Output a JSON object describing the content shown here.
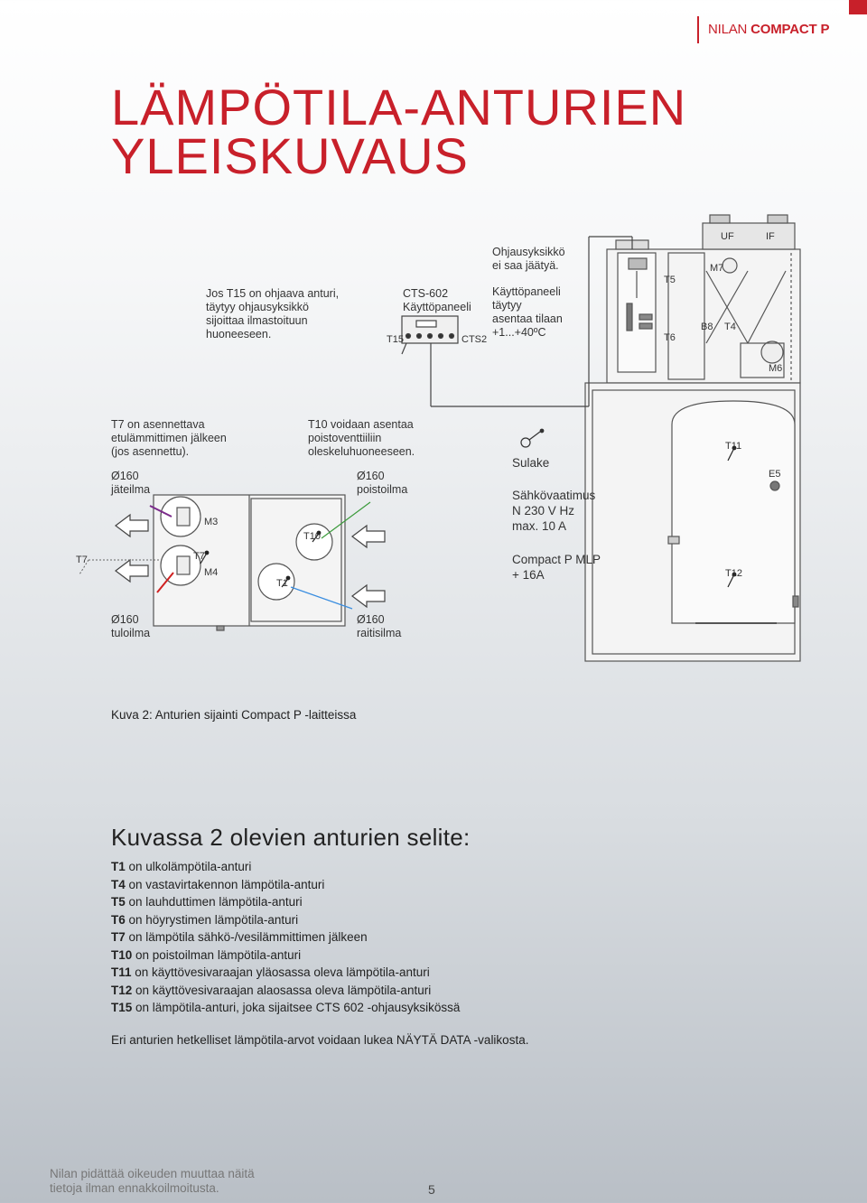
{
  "header": {
    "brand_prefix": "NILAN",
    "brand_product": "COMPACT P"
  },
  "title": {
    "line1": "LÄMPÖTILA-ANTURIEN",
    "line2": "YLEISKUVAUS"
  },
  "notes": {
    "t15": [
      "Jos T15 on ohjaava anturi,",
      "täytyy ohjausyksikkö",
      "sijoittaa ilmastoituun",
      "huoneeseen."
    ],
    "cts602": [
      "CTS-602",
      "Käyttöpaneeli"
    ],
    "unit_frost": [
      "Ohjausyksikkö",
      "ei saa jäätyä."
    ],
    "panel_temp": [
      "Käyttöpaneeli",
      "täytyy",
      "asentaa tilaan",
      "+1...+40ºC"
    ],
    "t7": [
      "T7 on asennettava",
      "etulämmittimen jälkeen",
      "(jos asennettu)."
    ],
    "t10": [
      "T10 voidaan asentaa",
      "poistoventtiiliin",
      "oleskeluhuoneeseen."
    ],
    "exhaust_waste": [
      "Ø160",
      "jäteilma"
    ],
    "exhaust_extract": [
      "Ø160",
      "poistoilma"
    ],
    "supply": [
      "Ø160",
      "tuloilma"
    ],
    "fresh": [
      "Ø160",
      "raitisilma"
    ],
    "fuse": "Sulake",
    "power": [
      "Sähkövaatimus",
      "N 230 V Hz",
      "max. 10 A"
    ],
    "mlp": [
      "Compact P MLP",
      "+ 16A"
    ]
  },
  "labels": {
    "t15": "T15",
    "cts2": "CTS2",
    "uf": "UF",
    "if": "IF",
    "m7": "M7",
    "t5": "T5",
    "t6": "T6",
    "b8": "B8",
    "t4": "T4",
    "m6": "M6",
    "t11": "T11",
    "e5": "E5",
    "t12": "T12",
    "m3": "M3",
    "m4": "M4",
    "t7": "T7",
    "t7b": "T7",
    "t10": "T10",
    "t1": "T1"
  },
  "caption": "Kuva 2: Anturien sijainti Compact P -laitteissa",
  "legend": {
    "title": "Kuvassa 2 olevien anturien selite:",
    "items": [
      {
        "code": "T1",
        "text": " on ulkolämpötila-anturi"
      },
      {
        "code": "T4",
        "text": " on vastavirtakennon lämpötila-anturi"
      },
      {
        "code": "T5",
        "text": " on lauhduttimen lämpötila-anturi"
      },
      {
        "code": "T6",
        "text": " on höyrystimen lämpötila-anturi"
      },
      {
        "code": "T7",
        "text": " on lämpötila sähkö-/vesilämmittimen jälkeen"
      },
      {
        "code": "T10",
        "text": " on poistoilman lämpötila-anturi"
      },
      {
        "code": "T11",
        "text": " on käyttövesivaraajan yläosassa oleva lämpötila-anturi"
      },
      {
        "code": "T12",
        "text": " on käyttövesivaraajan alaosassa oleva lämpötila-anturi"
      },
      {
        "code": "T15",
        "text": " on lämpötila-anturi, joka sijaitsee CTS 602 -ohjausyksikössä"
      }
    ]
  },
  "footnote": "Eri anturien hetkelliset lämpötila-arvot voidaan lukea NÄYTÄ DATA -valikosta.",
  "disclaimer": [
    "Nilan pidättää oikeuden muuttaa näitä",
    "tietoja ilman ennakkoilmoitusta."
  ],
  "page_number": "5",
  "colors": {
    "accent": "#c8202a",
    "arrow_waste": "#7b2a8a",
    "arrow_extract": "#3a9a3a",
    "arrow_supply": "#d02020",
    "arrow_fresh": "#3a8ee0"
  }
}
